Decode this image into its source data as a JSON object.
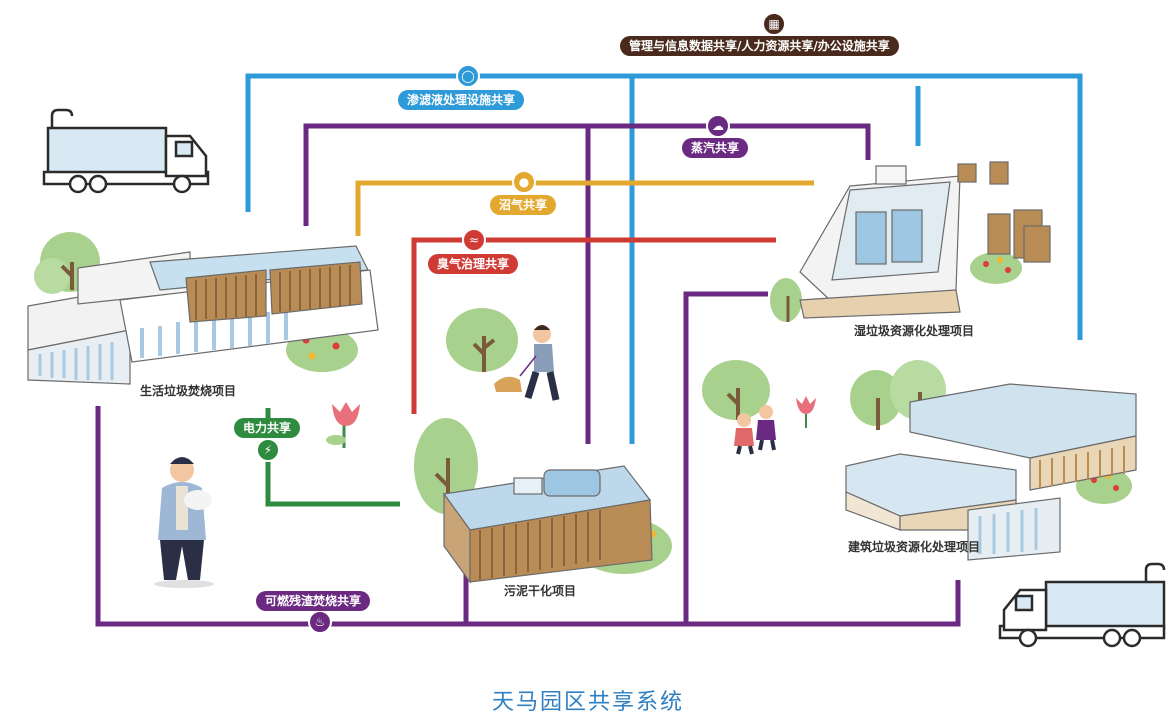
{
  "caption": "天马园区共享系统",
  "colors": {
    "blue": "#2e9ad8",
    "purple": "#6b2a82",
    "yellow": "#e3a92f",
    "red": "#cf3a35",
    "green": "#2e8b3f",
    "darkbrown": "#4a2a1c"
  },
  "lines": {
    "management": "管理与信息数据共享/人力资源共享/办公设施共享",
    "leachate": "渗滤液处理设施共享",
    "steam": "蒸汽共享",
    "biogas": "沼气共享",
    "odor": "臭气治理共享",
    "power": "电力共享",
    "residue": "可燃残渣焚烧共享"
  },
  "icons": {
    "management": "building-chart-icon",
    "leachate": "water-drop-icon",
    "steam": "steam-cloud-icon",
    "biogas": "gas-flame-icon",
    "odor": "odor-icon",
    "power": "lightning-icon",
    "residue": "fire-icon"
  },
  "projects": {
    "incineration": "生活垃圾焚烧项目",
    "wet_waste": "湿垃圾资源化处理项目",
    "sludge": "污泥干化项目",
    "construction": "建筑垃圾资源化处理项目"
  }
}
